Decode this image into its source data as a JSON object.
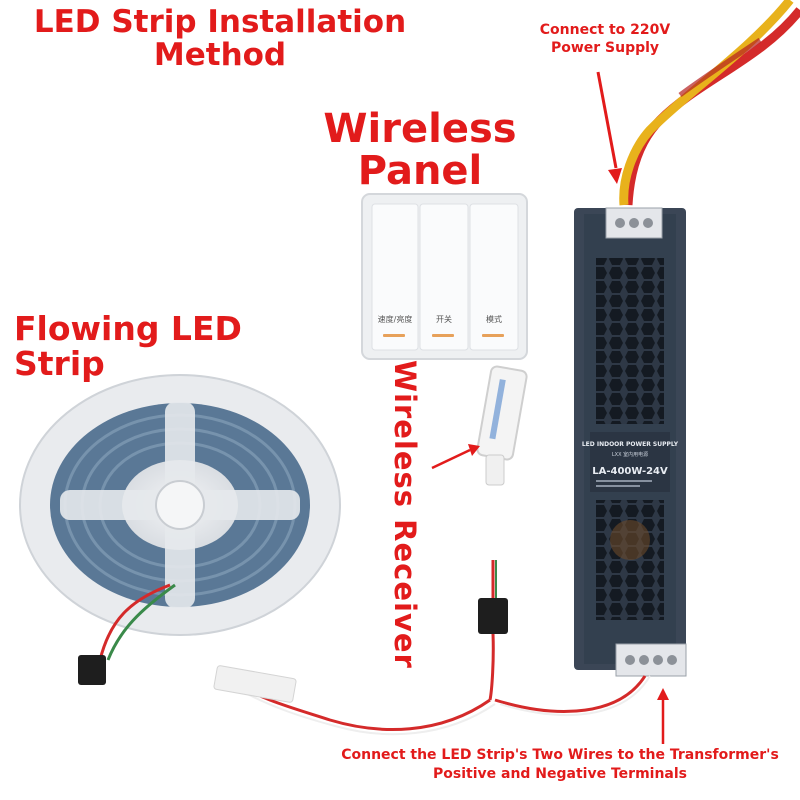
{
  "title": {
    "line1": "LED Strip Installation",
    "line2": "Method"
  },
  "panel_label": {
    "line1": "Wireless",
    "line2": "Panel"
  },
  "strip_label": "Flowing LED Strip",
  "receiver_label": "Wireless Receiver",
  "power_note": {
    "line1": "Connect to 220V",
    "line2": "Power Supply"
  },
  "terminal_note": {
    "line1": "Connect the LED Strip's Two Wires to the Transformer's",
    "line2": "Positive and Negative Terminals"
  },
  "panel_buttons": [
    "速度/亮度",
    "开关",
    "模式"
  ],
  "power_supply": {
    "heading": "LED INDOOR POWER SUPPLY",
    "subheading": "LXX 室内用电源",
    "model": "LA-400W-24V"
  },
  "colors": {
    "label_red": "#e21b1b",
    "psu_body": "#3b4656",
    "wire_red": "#d42a2a",
    "wire_yellow": "#e8b21c"
  }
}
